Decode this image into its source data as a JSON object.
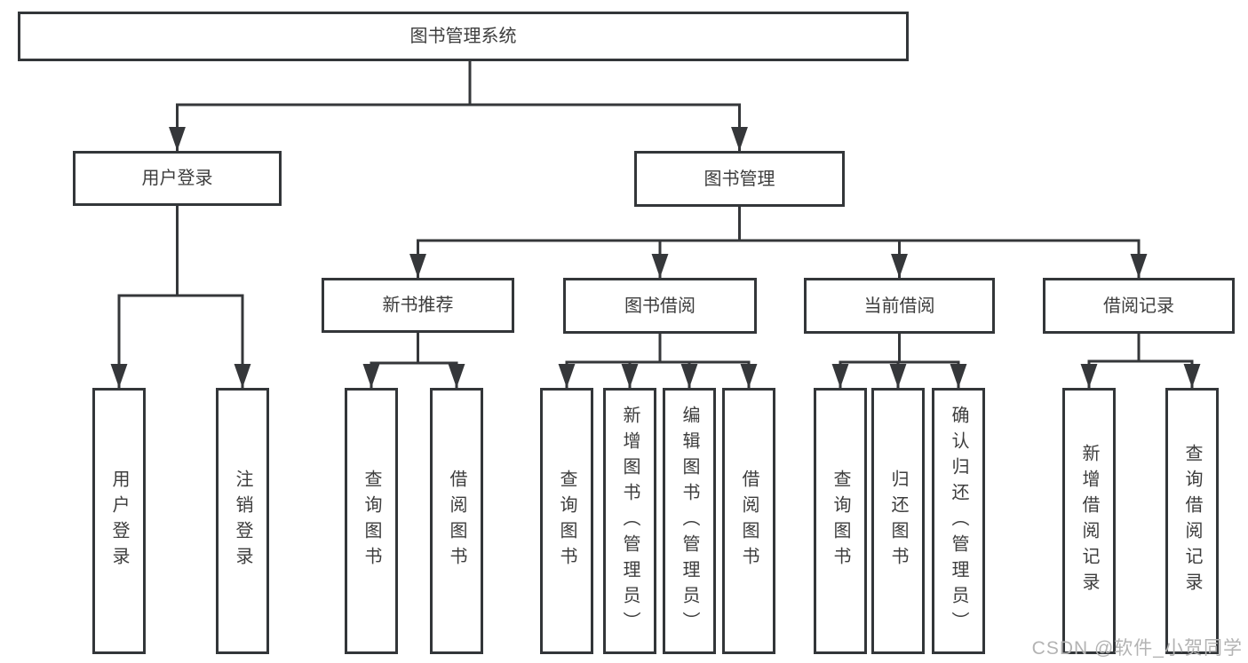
{
  "nodes": {
    "root": {
      "label": "图书管理系统"
    },
    "user_login": {
      "label": "用户登录"
    },
    "book_mgmt": {
      "label": "图书管理"
    },
    "new_book_rec": {
      "label": "新书推荐"
    },
    "book_borrow": {
      "label": "图书借阅"
    },
    "current_borrow": {
      "label": "当前借阅"
    },
    "borrow_record": {
      "label": "借阅记录"
    },
    "leaf_user_login": {
      "label": "用户登录"
    },
    "leaf_logout": {
      "label": "注销登录"
    },
    "leaf_query_book_1": {
      "label": "查询图书"
    },
    "leaf_borrow_book_1": {
      "label": "借阅图书"
    },
    "leaf_query_book_2": {
      "label": "查询图书"
    },
    "leaf_add_book": {
      "label": "新增图书（管理员）"
    },
    "leaf_edit_book": {
      "label": "编辑图书（管理员）"
    },
    "leaf_borrow_book_2": {
      "label": "借阅图书"
    },
    "leaf_query_book_3": {
      "label": "查询图书"
    },
    "leaf_return_book": {
      "label": "归还图书"
    },
    "leaf_confirm_return": {
      "label": "确认归还（管理员）"
    },
    "leaf_add_record": {
      "label": "新增借阅记录"
    },
    "leaf_query_record": {
      "label": "查询借阅记录"
    }
  },
  "hierarchy": {
    "图书管理系统": {
      "用户登录": [
        "用户登录",
        "注销登录"
      ],
      "图书管理": {
        "新书推荐": [
          "查询图书",
          "借阅图书"
        ],
        "图书借阅": [
          "查询图书",
          "新增图书（管理员）",
          "编辑图书（管理员）",
          "借阅图书"
        ],
        "当前借阅": [
          "查询图书",
          "归还图书",
          "确认归还（管理员）"
        ],
        "借阅记录": [
          "新增借阅记录",
          "查询借阅记录"
        ]
      }
    }
  },
  "watermark": {
    "text": "CSDN @软件_小贺同学"
  },
  "colors": {
    "background": "#ffffff",
    "box_fill": "#ffffff",
    "box_border": "#333639",
    "line": "#35373a",
    "text": "#3d3d3d",
    "watermark": "#b3b3b3"
  }
}
